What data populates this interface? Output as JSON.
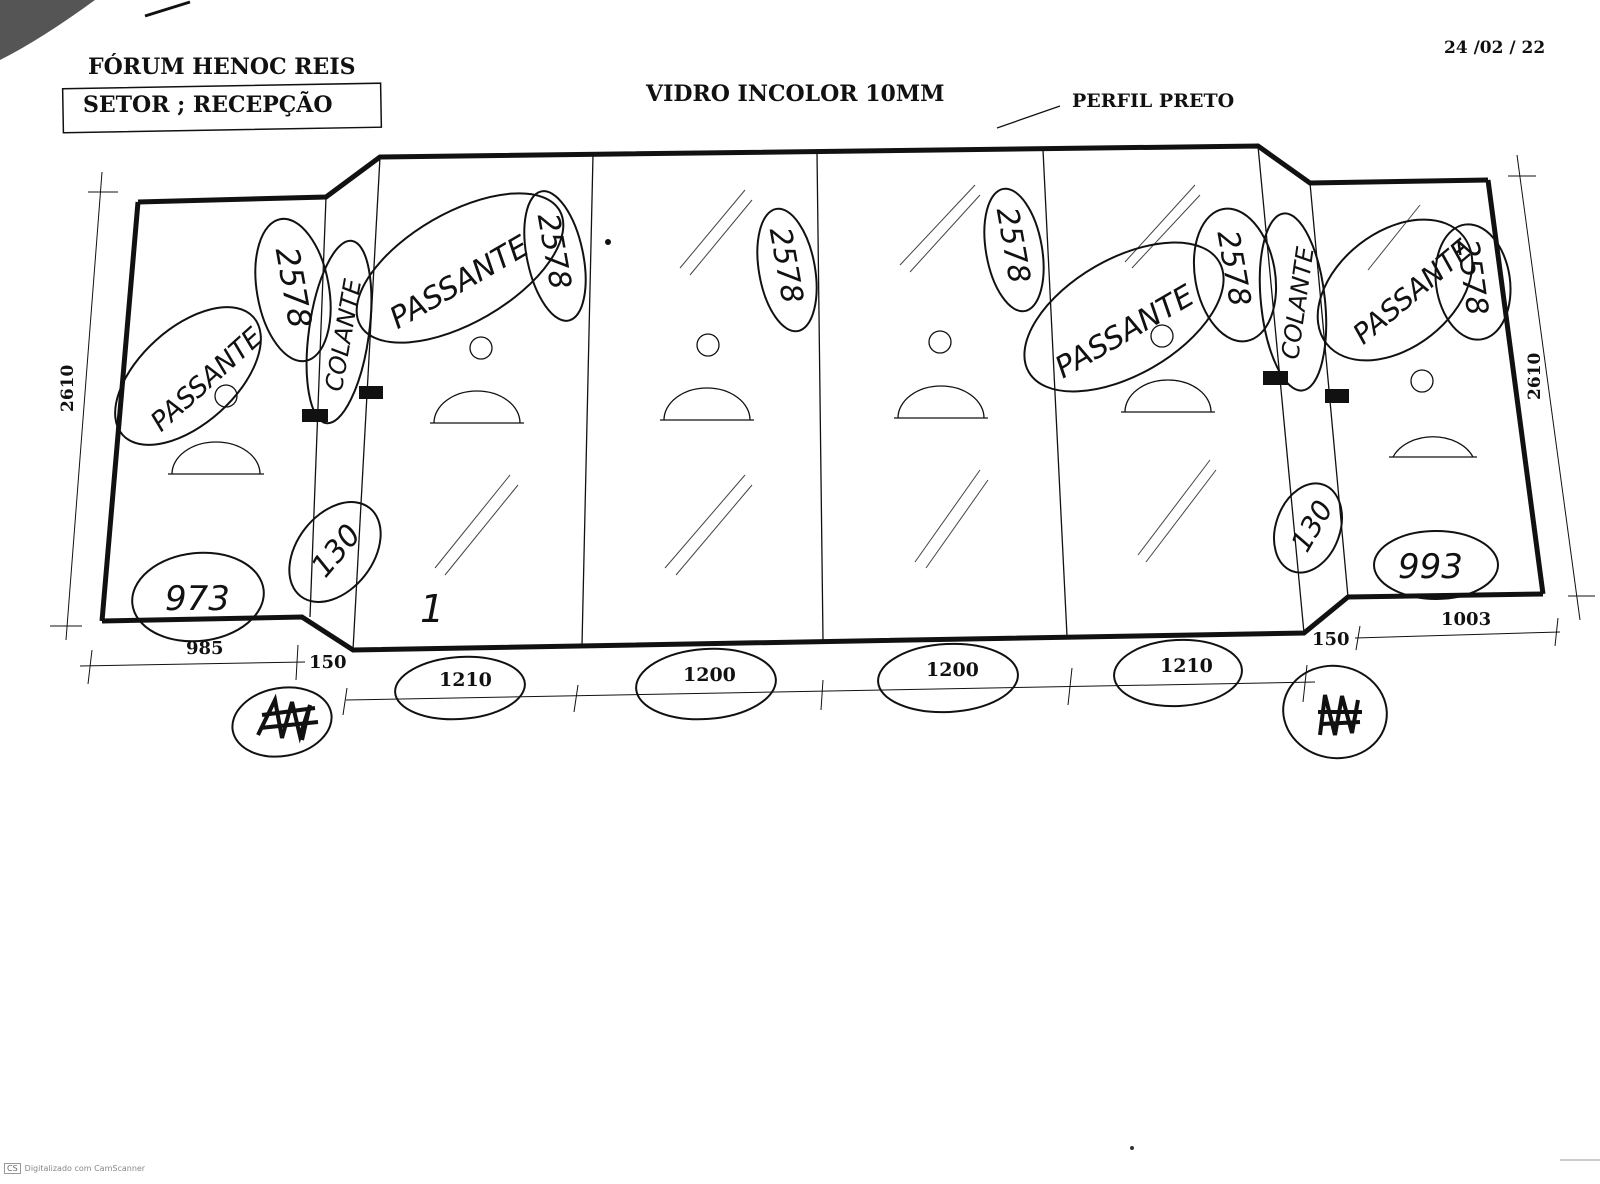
{
  "header": {
    "project": "FÓRUM HENOC REIS",
    "sector": "SETOR ; RECEPÇÃO",
    "glass": "VIDRO INCOLOR 10MM",
    "profile": "PERFIL PRETO",
    "date": "24 /02 / 22"
  },
  "dimensions": {
    "height_left": "2610",
    "height_right": "2610",
    "bottom": [
      "985",
      "150",
      "1210",
      "1200",
      "1200",
      "1210",
      "150",
      "1003"
    ]
  },
  "panels": {
    "left": {
      "type": "PASSANTE",
      "height": "2578",
      "width": "973"
    },
    "hinge_left": {
      "type": "COLANTE",
      "width": "130"
    },
    "door1": {
      "type": "PASSANTE",
      "height": "2578"
    },
    "door2": {
      "height": "2578"
    },
    "door3": {
      "height": "2578"
    },
    "door4": {
      "type": "PASSANTE",
      "height": "2578"
    },
    "hinge_right": {
      "type": "COLANTE",
      "width": "130"
    },
    "right": {
      "type": "PASSANTE",
      "height": "2578",
      "width": "993"
    }
  },
  "marker": "1",
  "footer": {
    "badge": "CS",
    "text": "Digitalizado com CamScanner"
  }
}
